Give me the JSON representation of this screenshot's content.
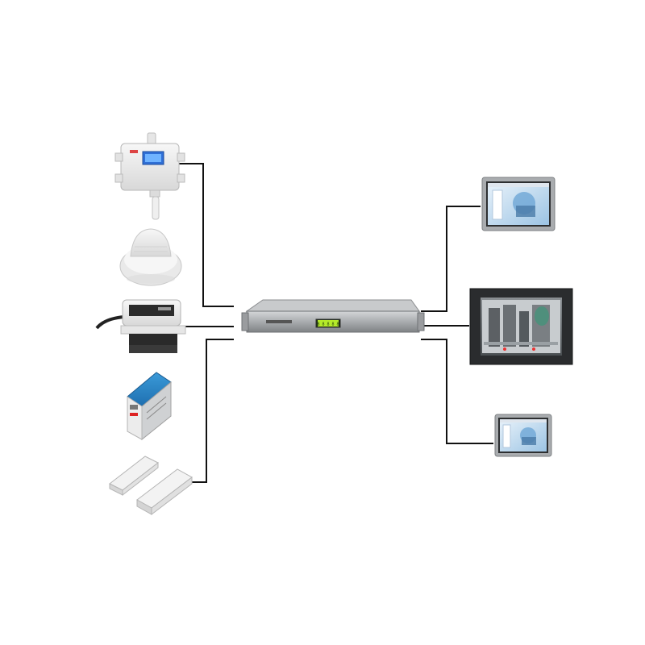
{
  "diagram": {
    "background": "#ffffff",
    "line_color": "#111111",
    "sensors": [
      {
        "id": "temperature-humidity-sensor",
        "icon": "temp-humidity-sensor-icon"
      },
      {
        "id": "smoke-detector",
        "icon": "smoke-detector-icon"
      },
      {
        "id": "water-leak-sensor",
        "icon": "water-leak-sensor-icon"
      },
      {
        "id": "din-rail-power-supply",
        "icon": "power-supply-icon"
      },
      {
        "id": "magnetic-door-contact",
        "icon": "door-contact-icon"
      }
    ],
    "controller": {
      "id": "rack-monitoring-host",
      "icon": "rack-host-icon",
      "display_text": "8 8 8 8 8"
    },
    "displays": [
      {
        "id": "touch-panel-small-top",
        "icon": "touch-panel-icon"
      },
      {
        "id": "industrial-monitor",
        "icon": "industrial-monitor-icon"
      },
      {
        "id": "touch-panel-small-bottom",
        "icon": "touch-panel-icon"
      }
    ]
  }
}
